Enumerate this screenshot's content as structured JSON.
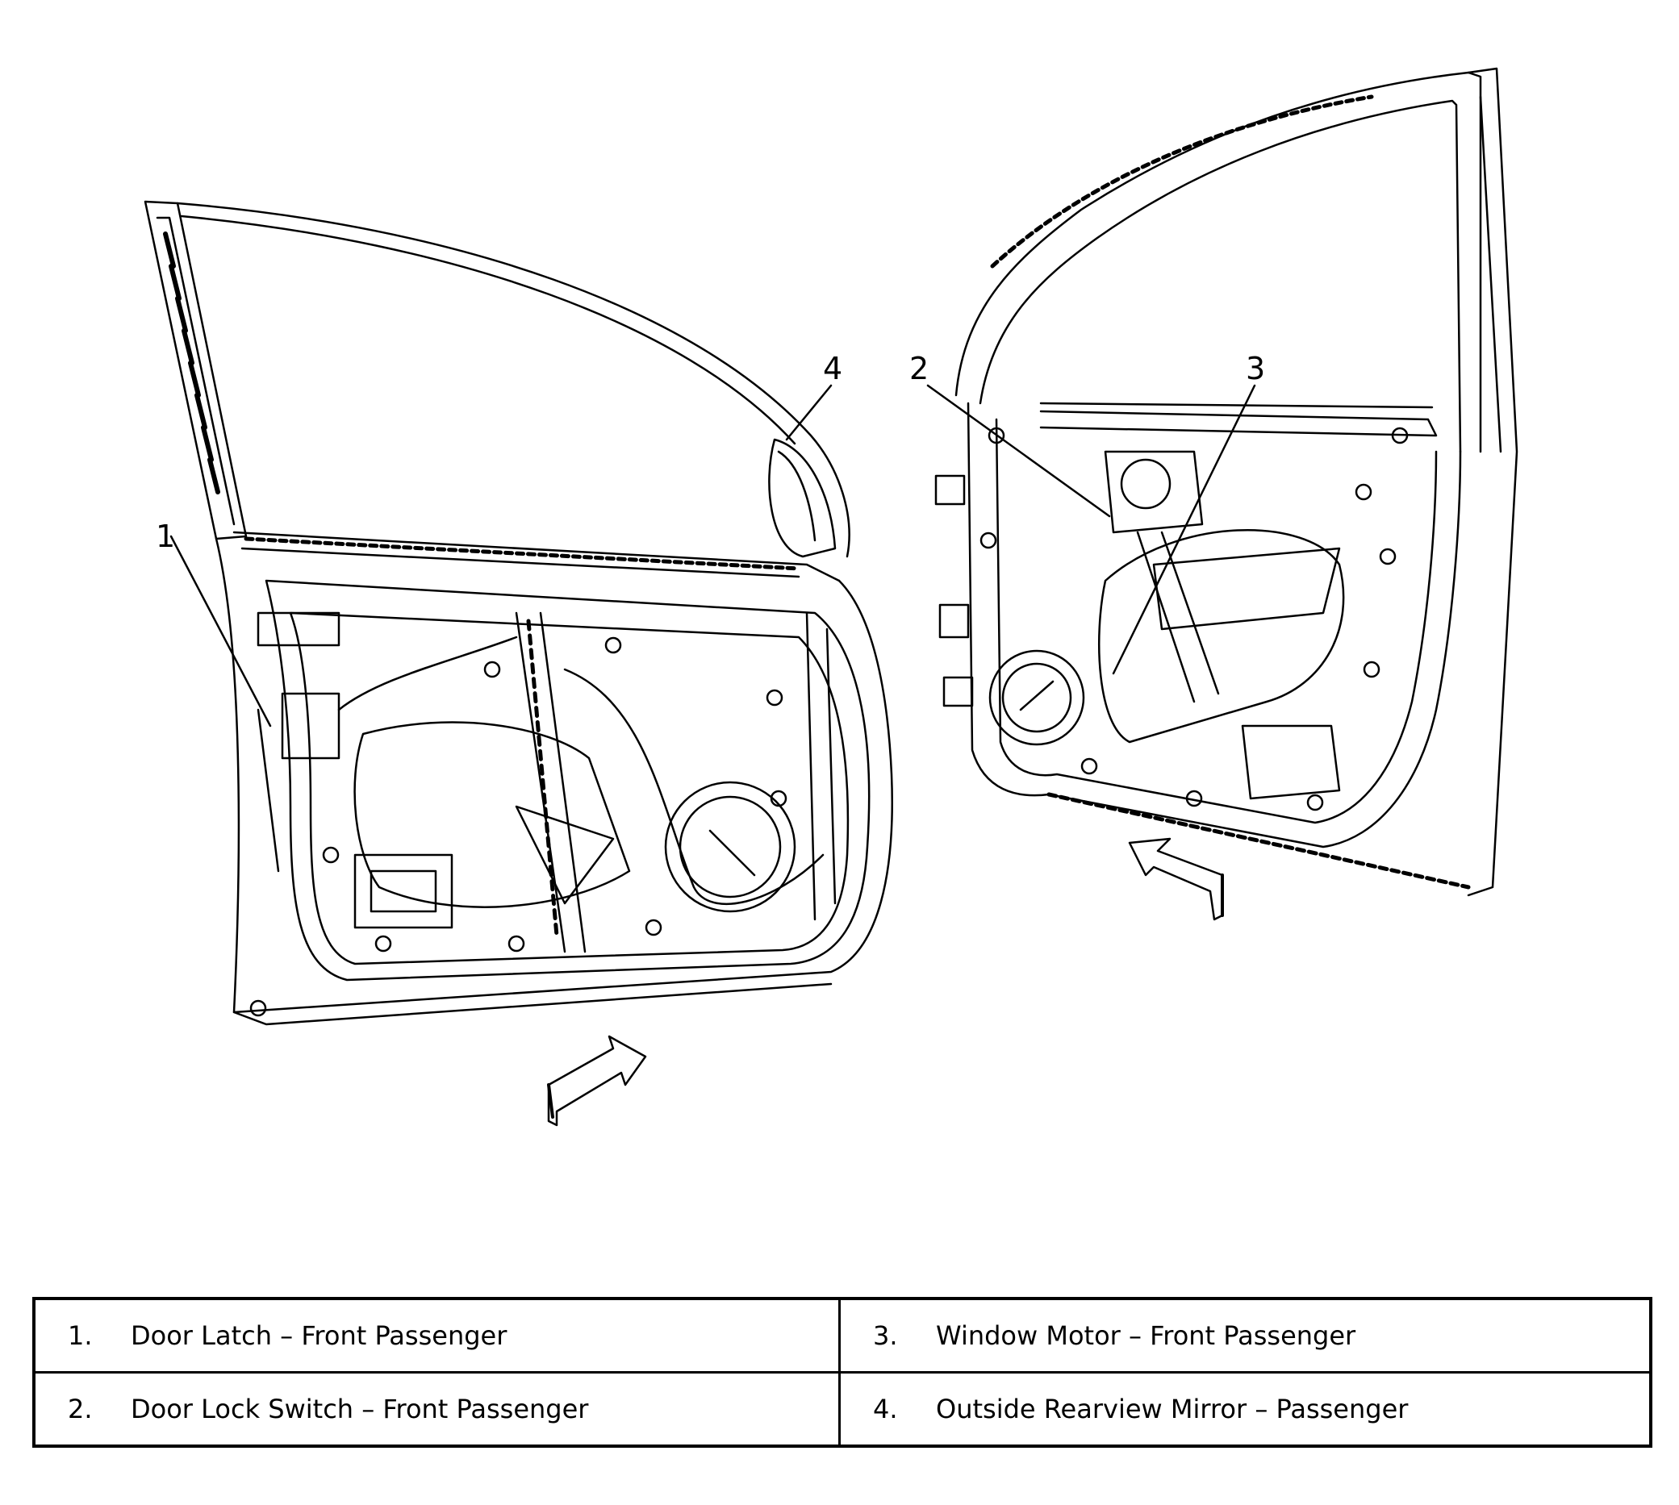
{
  "callouts": [
    "1",
    "2",
    "3",
    "4"
  ],
  "legend": {
    "rows": [
      [
        {
          "number": "1.",
          "text": "Door Latch – Front Passenger"
        },
        {
          "number": "3.",
          "text": "Window Motor – Front Passenger"
        }
      ],
      [
        {
          "number": "2.",
          "text": "Door Lock Switch – Front Passenger"
        },
        {
          "number": "4.",
          "text": "Outside Rearview Mirror – Passenger"
        }
      ]
    ]
  }
}
